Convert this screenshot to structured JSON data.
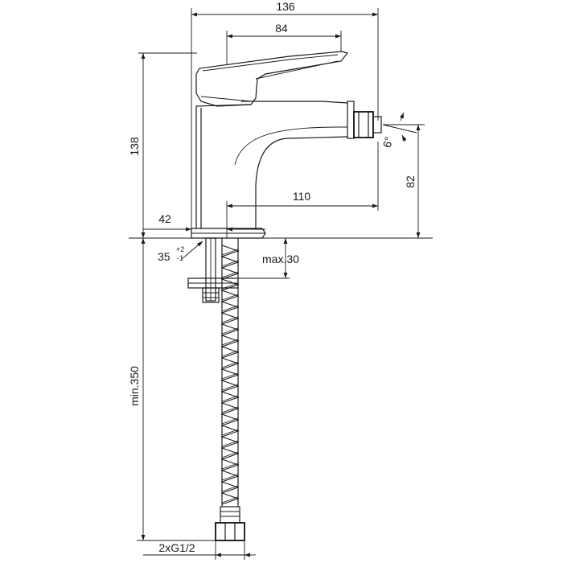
{
  "drawing": {
    "dimensions": {
      "overall_width": "136",
      "lever_width": "84",
      "height": "138",
      "base_offset": "42",
      "spout_reach": "110",
      "spout_height": "82",
      "spout_angle": "6°",
      "hole_diameter": "35",
      "hole_tolerance_upper": "+2",
      "hole_tolerance_lower": "-1",
      "max_deck": "max.30",
      "hose_length": "min.350",
      "connection": "2xG1/2"
    }
  }
}
